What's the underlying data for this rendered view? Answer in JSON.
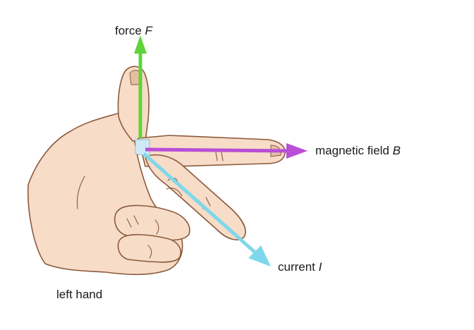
{
  "labels": {
    "force": {
      "text": "force ",
      "symbol": "F"
    },
    "magnetic_field": {
      "text": "magnetic field ",
      "symbol": "B"
    },
    "current": {
      "text": "current ",
      "symbol": "I"
    },
    "hand": "left hand"
  },
  "colors": {
    "force_arrow": "#5fd43a",
    "field_arrow": "#b84fd6",
    "current_arrow": "#7fd8ea",
    "skin": "#f7dcc8",
    "skin_outline": "#8a5a3c",
    "skin_shadow": "#e6bfa3",
    "right_angle_marker": "#cfeaf6",
    "text": "#1a1a1a"
  }
}
